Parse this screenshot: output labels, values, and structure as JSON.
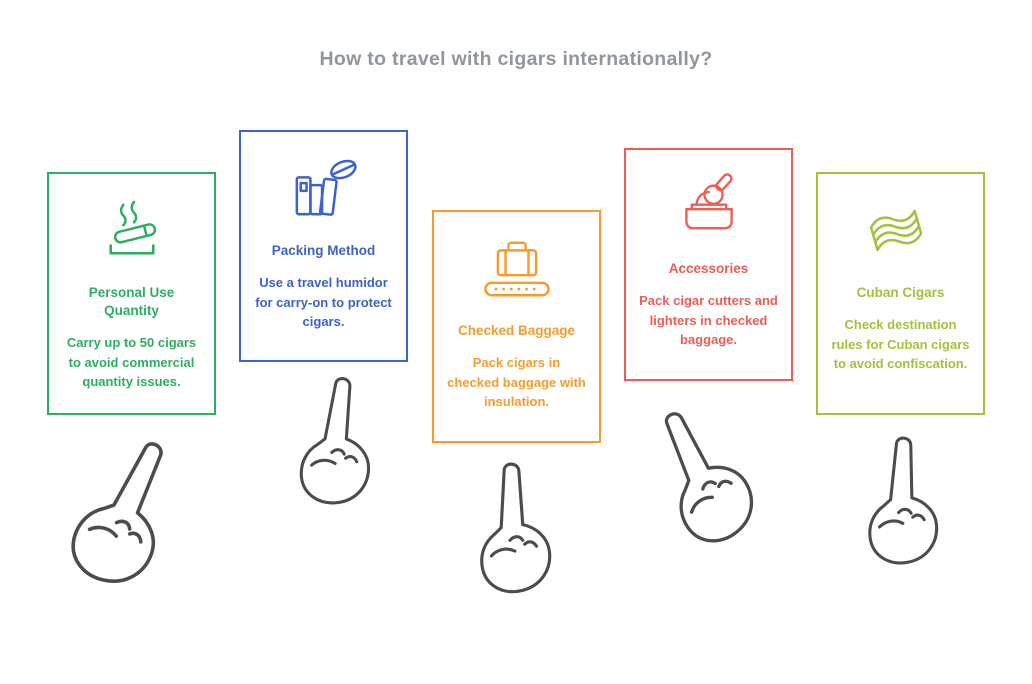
{
  "title": "How to travel with cigars internationally?",
  "title_color": "#8F969C",
  "hand_color": "#4C4C4C",
  "cards": [
    {
      "id": "personal-use-quantity",
      "title": "Personal Use Quantity",
      "description": "Carry up to 50 cigars to avoid commercial quantity issues.",
      "color": "#2EAE60",
      "icon": "cigar-smoke-icon"
    },
    {
      "id": "packing-method",
      "title": "Packing Method",
      "description": "Use a travel humidor for carry-on to protect cigars.",
      "color": "#3D63C8",
      "icon": "humidor-books-icon"
    },
    {
      "id": "checked-baggage",
      "title": "Checked Baggage",
      "description": "Pack cigars in checked baggage with insulation.",
      "color": "#F89B2C",
      "icon": "suitcase-conveyor-icon"
    },
    {
      "id": "accessories",
      "title": "Accessories",
      "description": "Pack cigar cutters and lighters in checked baggage.",
      "color": "#EE5C54",
      "icon": "cigar-cutter-case-icon"
    },
    {
      "id": "cuban-cigars",
      "title": "Cuban Cigars",
      "description": "Check destination rules for Cuban cigars to avoid confiscation.",
      "color": "#A3C13F",
      "icon": "cigar-band-icon"
    }
  ]
}
